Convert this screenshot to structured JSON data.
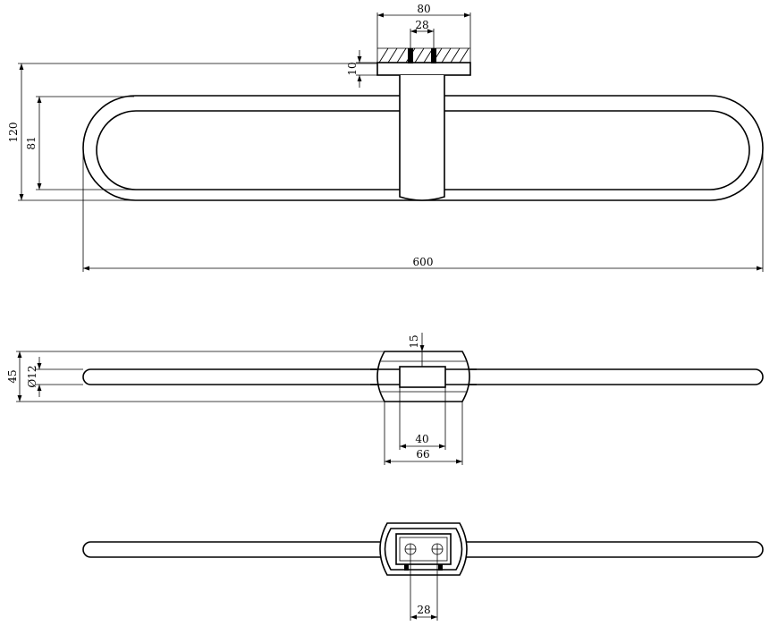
{
  "dimensions": {
    "width_mount": "80",
    "screw_spacing_top": "28",
    "plate_thickness": "10",
    "height_total": "120",
    "inner_height": "81",
    "length": "600",
    "depth_total": "45",
    "tube_diameter": "Ø12",
    "wall_offset": "15",
    "block_width": "40",
    "base_width": "66",
    "screw_spacing_bottom": "28"
  }
}
